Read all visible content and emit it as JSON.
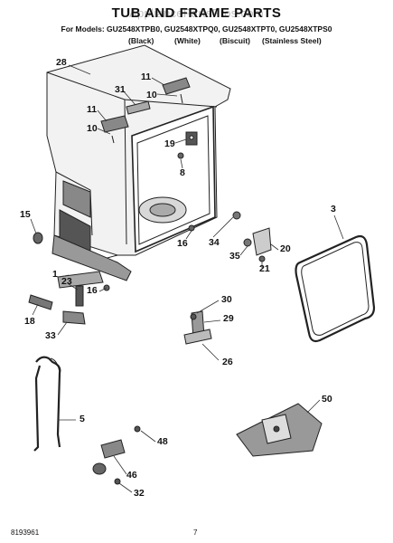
{
  "header": {
    "title": "TUB AND FRAME PARTS",
    "watermark": "AppliancePartsPros.com",
    "models": "For Models: GU2548XTPB0, GU2548XTPQ0, GU2548XTPT0, GU2548XTPS0",
    "colors": [
      "(Black)",
      "(White)",
      "(Biscuit)",
      "(Stainless Steel)"
    ]
  },
  "callouts": [
    "28",
    "11",
    "10",
    "31",
    "11",
    "10",
    "19",
    "8",
    "15",
    "16",
    "34",
    "3",
    "35",
    "20",
    "21",
    "1",
    "23",
    "16",
    "18",
    "33",
    "30",
    "29",
    "26",
    "50",
    "5",
    "48",
    "46",
    "32"
  ],
  "footer": {
    "part_number": "8193961",
    "page": "7"
  }
}
